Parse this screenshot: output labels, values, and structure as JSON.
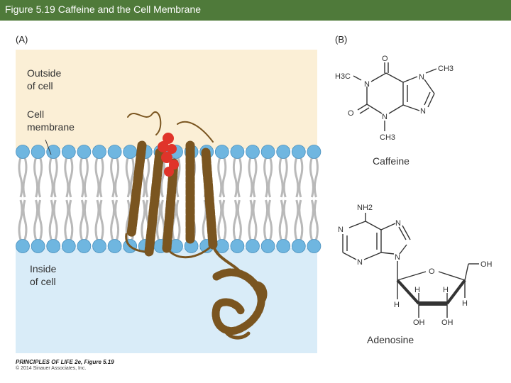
{
  "header": {
    "title": "Figure 5.19  Caffeine and the Cell Membrane"
  },
  "panel_a": {
    "label": "(A)",
    "outside_label": "Outside\nof cell",
    "membrane_label": "Cell\nmembrane",
    "inside_label": "Inside\nof cell",
    "colors": {
      "outside": "#fbefd6",
      "inside": "#d9ecf8",
      "lipid_head": "#6fb6e0",
      "lipid_tail": "#b9b9b9",
      "protein": "#7a5520",
      "ligand": "#e0342a"
    }
  },
  "panel_b": {
    "label": "(B)",
    "caffeine": {
      "name": "Caffeine",
      "atoms": {
        "o_top": "O",
        "o_left": "O",
        "n1": "N",
        "n3": "N",
        "n7": "N",
        "n9": "N",
        "me_left": "H3C",
        "me_right": "CH3",
        "me_bottom": "CH3"
      }
    },
    "adenosine": {
      "name": "Adenosine",
      "atoms": {
        "nh2": "NH2",
        "n1": "N",
        "n3": "N",
        "n7": "N",
        "n9": "N",
        "o_ring": "O",
        "oh_5": "OH",
        "oh_2": "OH",
        "oh_3": "OH",
        "h_a": "H",
        "h_b": "H",
        "h_c": "H",
        "h_d": "H"
      }
    }
  },
  "footer": {
    "book": "PRINCIPLES OF LIFE 2e, Figure 5.19",
    "copyright": "© 2014 Sinauer Associates, Inc."
  }
}
